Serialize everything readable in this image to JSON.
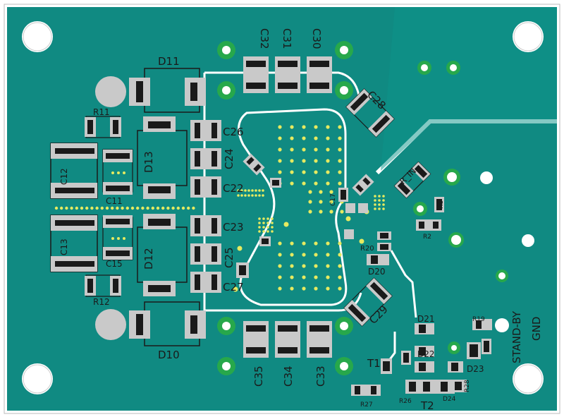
{
  "colors": {
    "board": "#108a82",
    "copper": "#0b9a90",
    "silk": "#ffffff",
    "pad": "#c9c9c9",
    "body": "#1a1a1a",
    "via": "#dfe64a",
    "hole": "#ffffff",
    "ring": "#c9d455"
  },
  "labels": {
    "c32": "C32",
    "c31": "C31",
    "c30": "C30",
    "c35": "C35",
    "c34": "C34",
    "c33": "C33",
    "c28": "C28",
    "c29": "C29",
    "d11": "D11",
    "d10": "D10",
    "d13": "D13",
    "d12": "D12",
    "r11": "R11",
    "r12": "R12",
    "c12": "C12",
    "c11": "C11",
    "c13": "C13",
    "c15": "C15",
    "c26": "C26",
    "c24": "C24",
    "c22": "C22",
    "c23": "C23",
    "c25": "C25",
    "c27": "C27",
    "c17": "C17",
    "r_in": "R_IN",
    "r1": "R1",
    "r2": "R2",
    "r20": "R20",
    "d20": "D20",
    "d21": "D21",
    "d22": "D22",
    "d23": "D23",
    "t1": "T1",
    "t2": "T2",
    "r26": "R26",
    "r27": "R27",
    "r28": "R28",
    "d24": "D24",
    "r19": "R19",
    "standby": "STAND-BY",
    "gnd": "GND"
  }
}
